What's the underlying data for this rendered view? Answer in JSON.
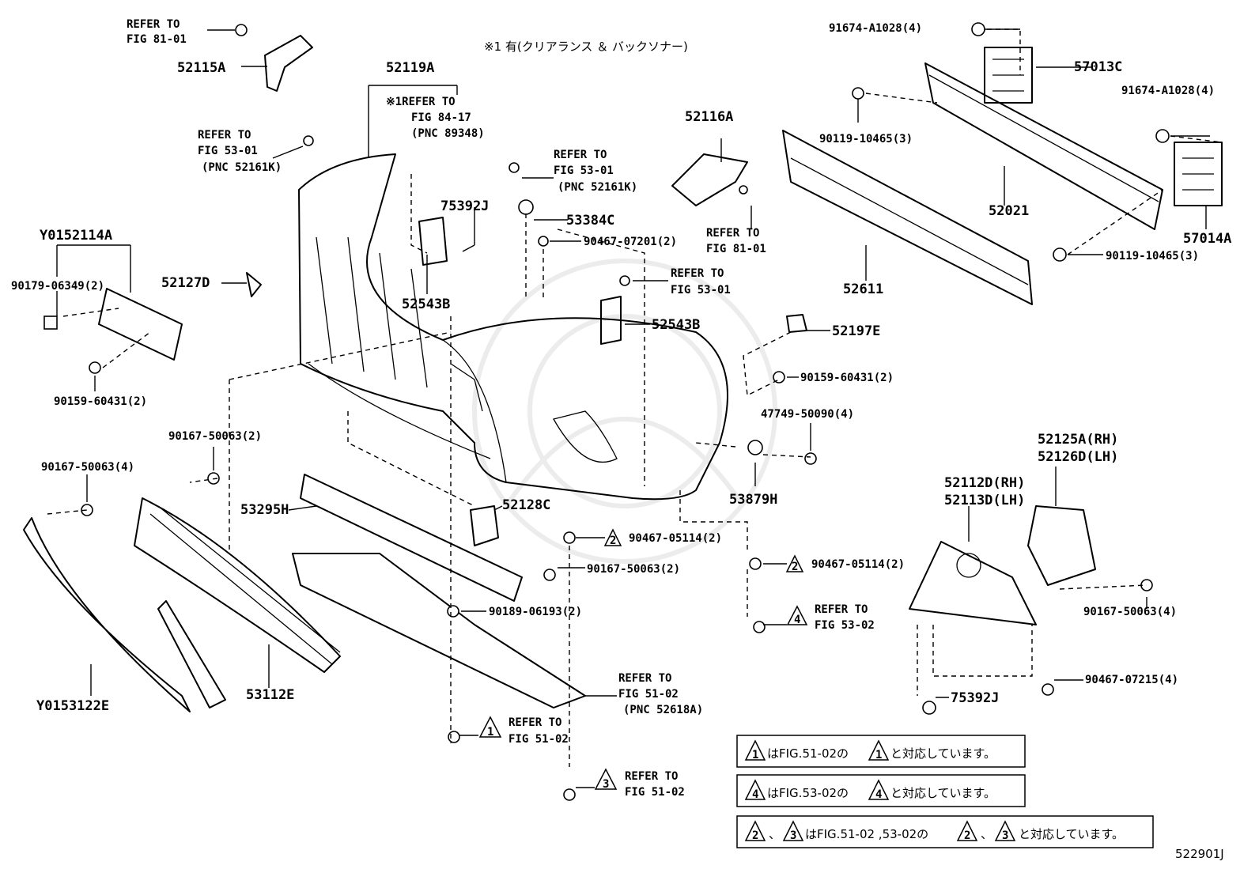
{
  "header_note": "※1 有(クリアランス ＆ バックソナー)",
  "figure_id": "522901J",
  "icons": {
    "triangle": "warning-triangle-icon",
    "bolt": "bolt-icon",
    "clip": "clip-icon"
  },
  "refs": {
    "r1": [
      "REFER TO",
      "FIG 81-01"
    ],
    "r2": [
      "※1REFER TO",
      "FIG 84-17",
      "(PNC 89348)"
    ],
    "r3": [
      "REFER TO",
      "FIG 53-01",
      "(PNC 52161K)"
    ],
    "r4": [
      "REFER TO",
      "FIG 53-01",
      "(PNC 52161K)"
    ],
    "r5": [
      "REFER TO",
      "FIG 81-01"
    ],
    "r6": [
      "REFER TO",
      "FIG 53-01"
    ],
    "r7": [
      "REFER TO",
      "FIG 53-02"
    ],
    "r8": [
      "REFER TO",
      "FIG 51-02",
      "(PNC 52618A)"
    ],
    "r9": [
      "REFER TO",
      "FIG 51-02"
    ],
    "r10": [
      "REFER TO",
      "FIG 51-02"
    ]
  },
  "triangles": {
    "t1": "1",
    "t2a": "2",
    "t2b": "2",
    "t3": "3",
    "t4": "4"
  },
  "parts": {
    "p52115A": "52115A",
    "p52119A": "52119A",
    "p52116A": "52116A",
    "p91674a": "91674-A1028(4)",
    "p57013C": "57013C",
    "p91674b": "91674-A1028(4)",
    "p90119a": "90119-10465(3)",
    "p52021": "52021",
    "p57014A": "57014A",
    "p90119b": "90119-10465(3)",
    "p52611": "52611",
    "p75392Ja": "75392J",
    "p53384C": "53384C",
    "p90467_07201": "90467-07201(2)",
    "p52114A": "Y0152114A",
    "p90179": "90179-06349(2)",
    "p52127D": "52127D",
    "p52543Ba": "52543B",
    "p52543Bb": "52543B",
    "p52197E": "52197E",
    "p90159b": "90159-60431(2)",
    "p90159a": "90159-60431(2)",
    "p47749": "47749-50090(4)",
    "p90167a": "90167-50063(2)",
    "p90167b": "90167-50063(4)",
    "p53879H": "53879H",
    "p52125A": "52125A(RH)",
    "p52126D": "52126D(LH)",
    "p52112D": "52112D(RH)",
    "p52113D": "52113D(LH)",
    "p53295H": "53295H",
    "p52128C": "52128C",
    "p90467_05114a": "90467-05114(2)",
    "p90467_05114b": "90467-05114(2)",
    "p90167c": "90167-50063(2)",
    "p90167d": "90167-50063(4)",
    "p90189": "90189-06193(2)",
    "p90467_07215": "90467-07215(4)",
    "p75392Jb": "75392J",
    "p53122E": "Y0153122E",
    "p53112E": "53112E"
  },
  "notes": [
    {
      "tri": "1",
      "pre": "はFIG.51-02の",
      "tri2": "1",
      "post": "と対応しています。"
    },
    {
      "tri": "4",
      "pre": "はFIG.53-02の",
      "tri2": "4",
      "post": "と対応しています。"
    },
    {
      "tri": "2",
      "mid": "、",
      "triB": "3",
      "pre": "はFIG.51-02 ,53-02の",
      "tri2": "2",
      "mid2": "、",
      "tri2B": "3",
      "post": "と対応しています。"
    }
  ]
}
